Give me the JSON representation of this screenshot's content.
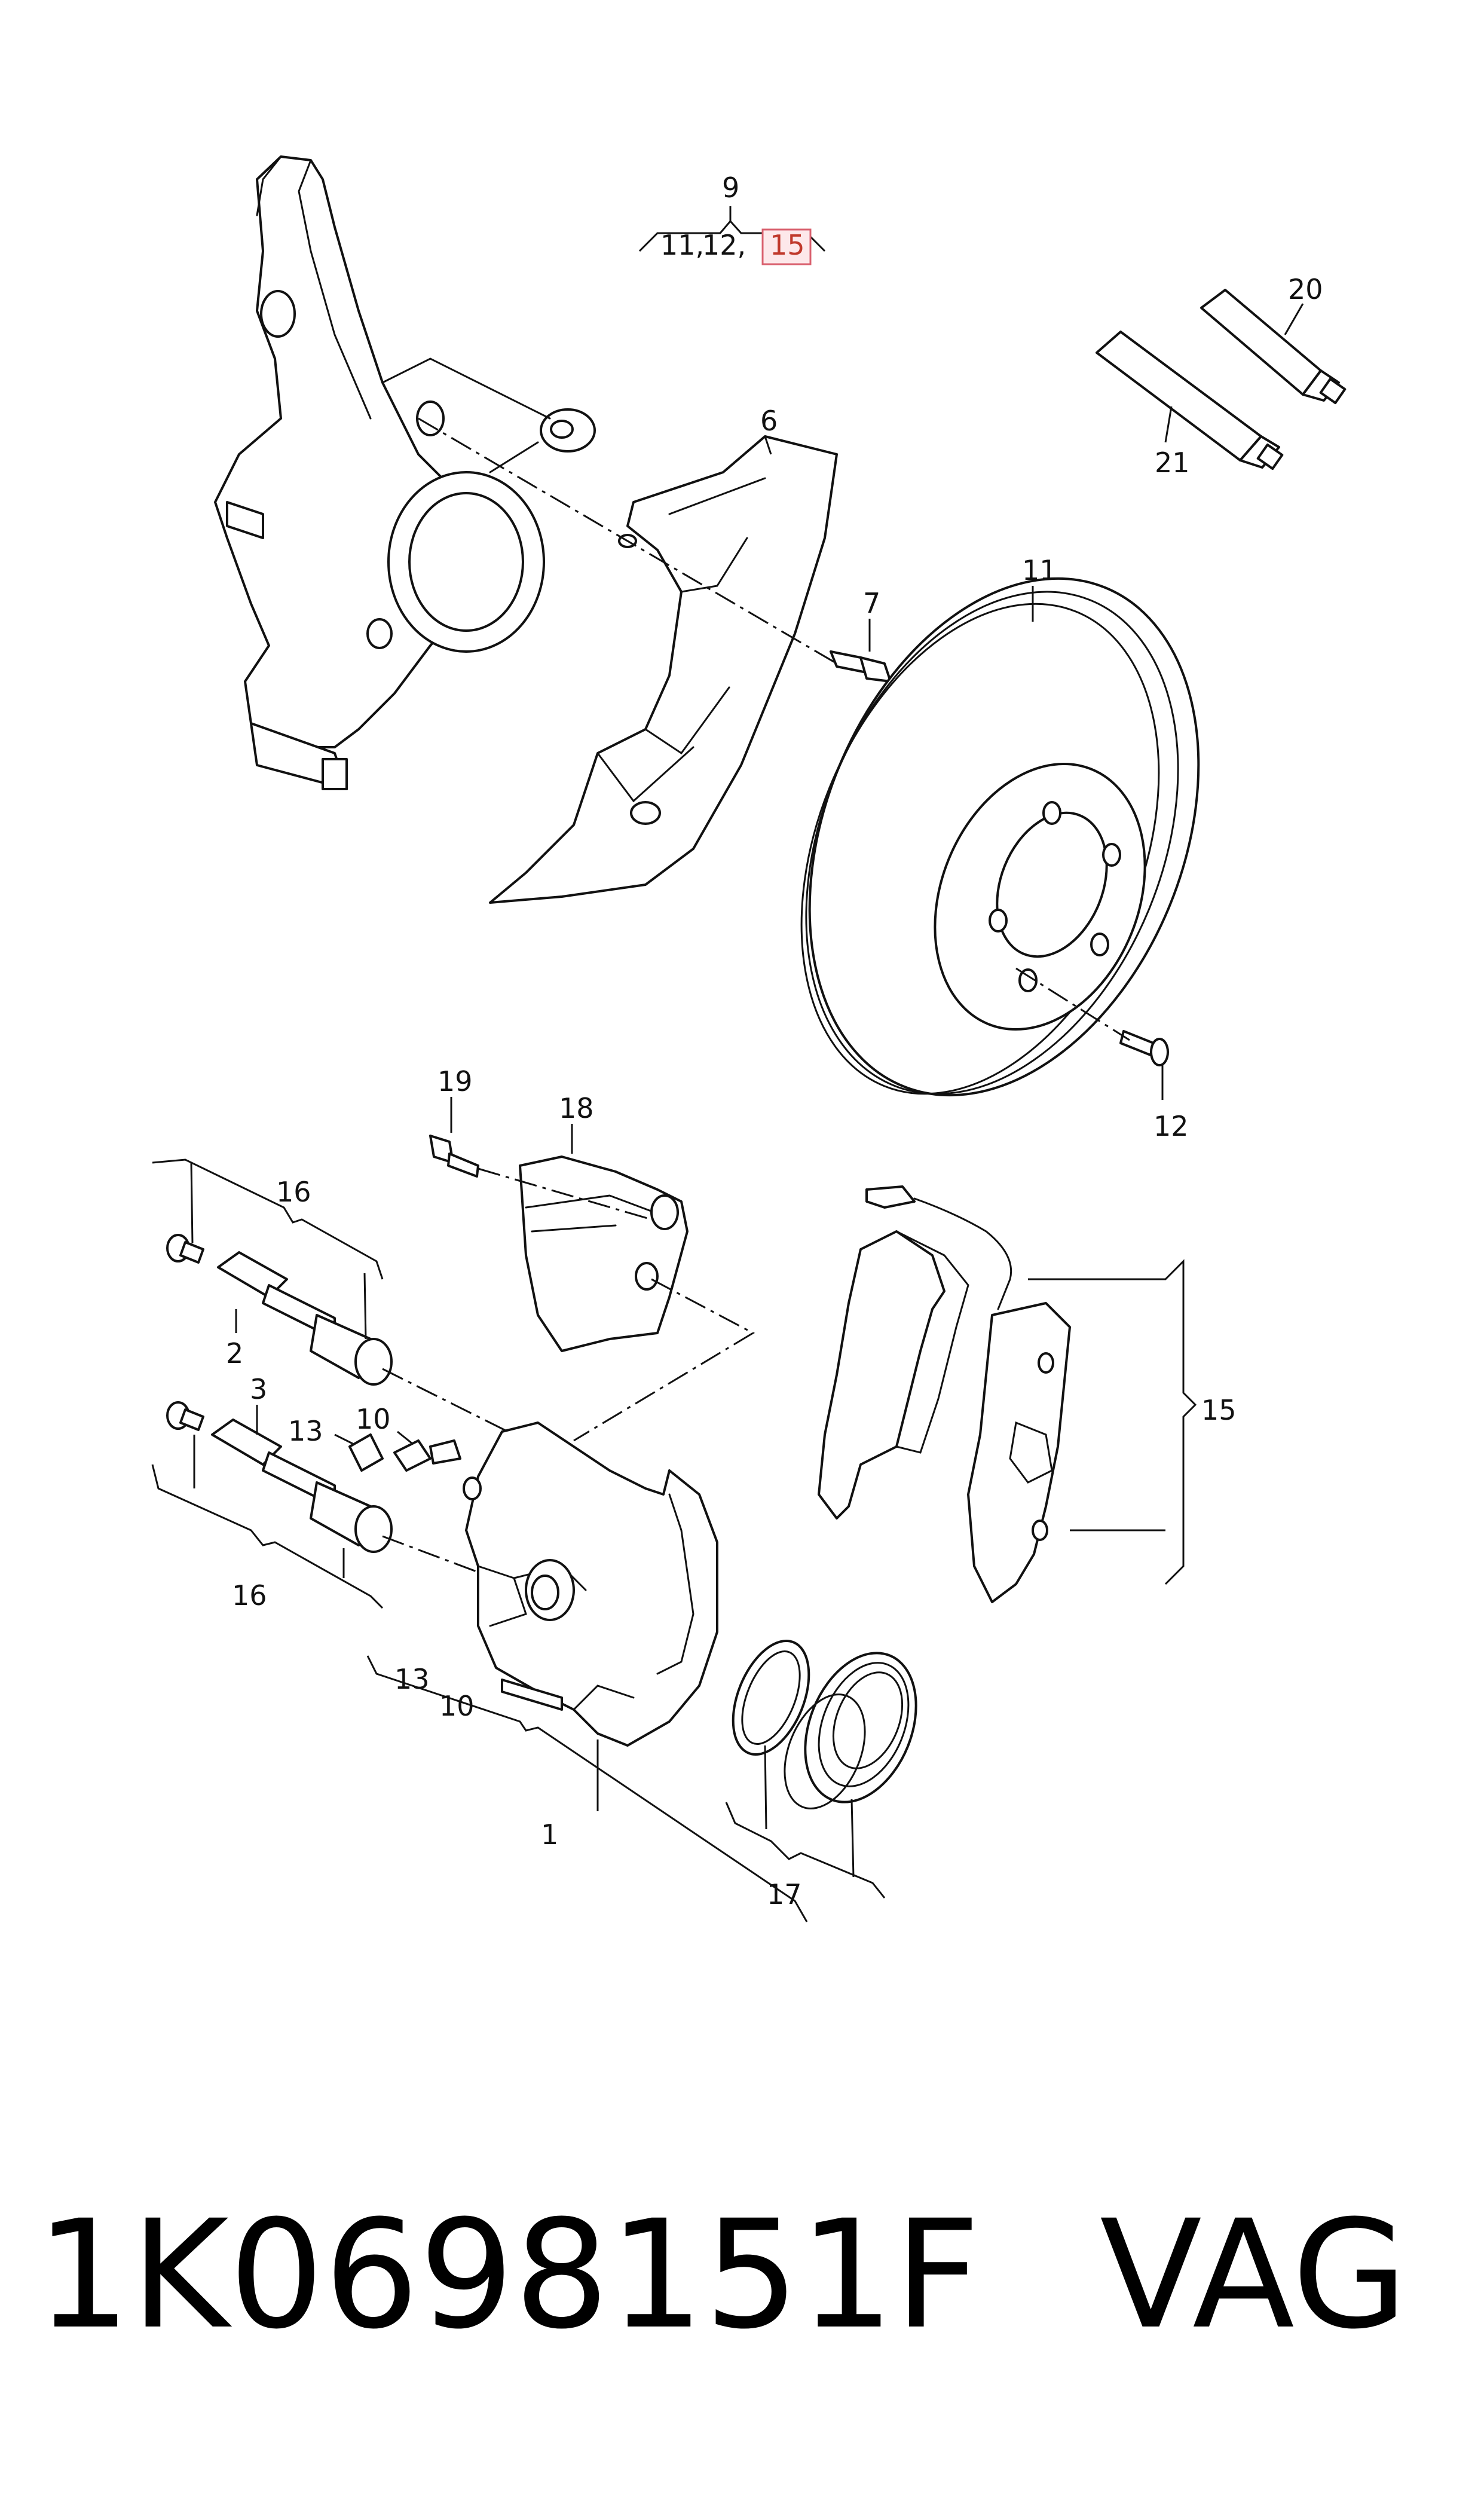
{
  "callouts": {
    "c9": "9",
    "c11a": "11,",
    "c12a": "12,",
    "c15a": "15",
    "c20": "20",
    "c21": "21",
    "c6": "6",
    "c7": "7",
    "c11": "11",
    "c12": "12",
    "c19": "19",
    "c18": "18",
    "c16a": "16",
    "c2": "2",
    "c3": "3",
    "c13a": "13",
    "c10a": "10",
    "c16b": "16",
    "c15": "15",
    "c13b": "13",
    "c10b": "10",
    "c1": "1",
    "c17": "17"
  },
  "highlight_color": "#d9606e",
  "footer": {
    "part_number": "1K0698151F",
    "brand": "VAG"
  }
}
